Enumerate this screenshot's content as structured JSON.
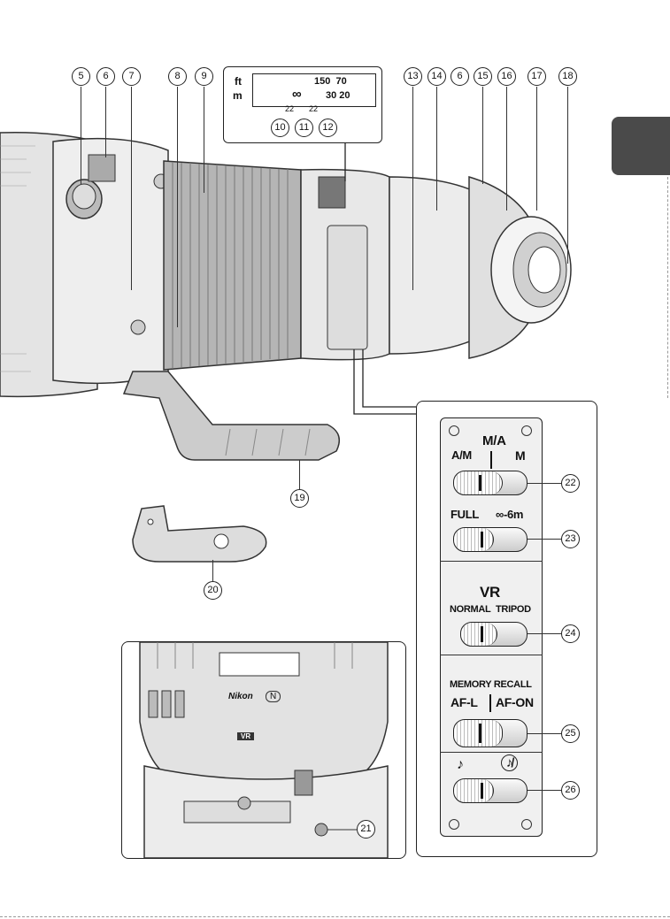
{
  "callouts": {
    "top": [
      "5",
      "6",
      "7",
      "8",
      "9",
      "13",
      "14",
      "6",
      "15",
      "16",
      "17",
      "18"
    ],
    "dist_window": [
      "10",
      "11",
      "12"
    ],
    "grip": "19",
    "foot": "20",
    "inset": "21",
    "switches": [
      "22",
      "23",
      "24",
      "25",
      "26"
    ]
  },
  "distance_scale": {
    "ft_label": "ft",
    "m_label": "m",
    "ft_values": "150  70",
    "m_values": "30 20",
    "infinity": "∞",
    "dof_left": "22",
    "dof_right": "22"
  },
  "inset_labels": {
    "brand": "Nikon",
    "n_mark": "N",
    "vr": "VR"
  },
  "switch_panel": {
    "focus_mode": {
      "a_m": "A/M",
      "m_a": "M/A",
      "m": "M"
    },
    "focus_limit": {
      "full": "FULL",
      "limit": "∞-6m"
    },
    "vr": {
      "title": "VR",
      "normal": "NORMAL",
      "tripod": "TRIPOD"
    },
    "memory": {
      "title": "MEMORY RECALL",
      "af_l": "AF-L",
      "af_on": "AF-ON"
    },
    "sound": {
      "on": "♪",
      "off": "♪̸"
    }
  }
}
